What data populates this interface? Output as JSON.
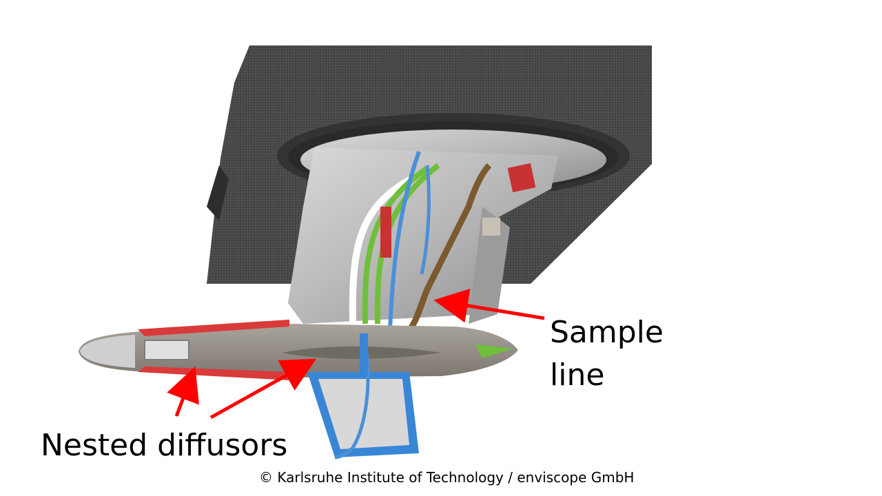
{
  "annotations": {
    "sample_line_line1": "Sample",
    "sample_line_line2": "line",
    "nested_diffusors": "Nested diffusors"
  },
  "credit": "© Karlsruhe Institute of Technology / enviscope GmbH",
  "colors": {
    "arrow": "#ff0000",
    "panel": "#4a4a4a",
    "inlet_red": "#d93a3a",
    "mount_blue": "#3a86d6",
    "tube_green": "#6fbf3b",
    "tube_bronze": "#8a6a3a",
    "pipe_blue": "#4a90d9"
  }
}
